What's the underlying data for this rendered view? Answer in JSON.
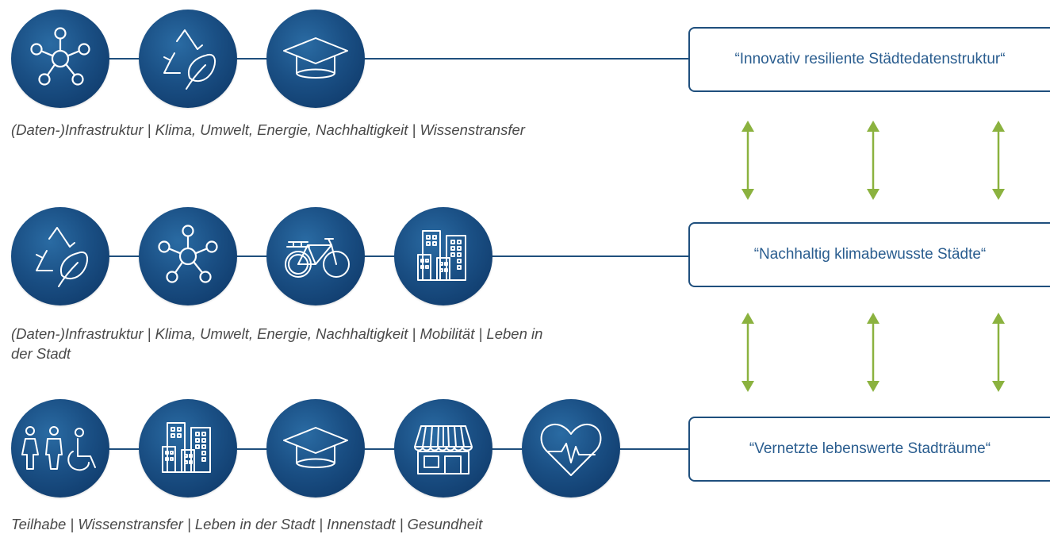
{
  "rows": [
    {
      "icons": [
        "network-icon",
        "recycle-leaf-icon",
        "graduation-cap-icon"
      ],
      "caption": "(Daten-)Infrastruktur | Klima, Umwelt, Energie, Nachhaltigkeit | Wissenstransfer",
      "goal": "“Innovativ resiliente Städtedatenstruktur“"
    },
    {
      "icons": [
        "recycle-leaf-icon",
        "network-icon",
        "bicycle-icon",
        "buildings-icon"
      ],
      "caption_line1": "(Daten-)Infrastruktur | Klima, Umwelt, Energie, Nachhaltigkeit | Mobilität | Leben in",
      "caption_line2": "der Stadt",
      "goal": "“Nachhaltig klimabewusste Städte“"
    },
    {
      "icons": [
        "people-accessibility-icon",
        "buildings-icon",
        "graduation-cap-icon",
        "storefront-icon",
        "heart-pulse-icon"
      ],
      "caption": "Teilhabe | Wissenstransfer | Leben in der Stadt | Innenstadt | Gesundheit",
      "goal": "“Vernetzte lebenswerte Stadträume“"
    }
  ],
  "colors": {
    "circle": "#1a4f84",
    "line": "#1f4f7d",
    "arrow": "#8bb23f",
    "goal_text": "#2a5d8f",
    "caption_text": "#4a4a4a"
  }
}
